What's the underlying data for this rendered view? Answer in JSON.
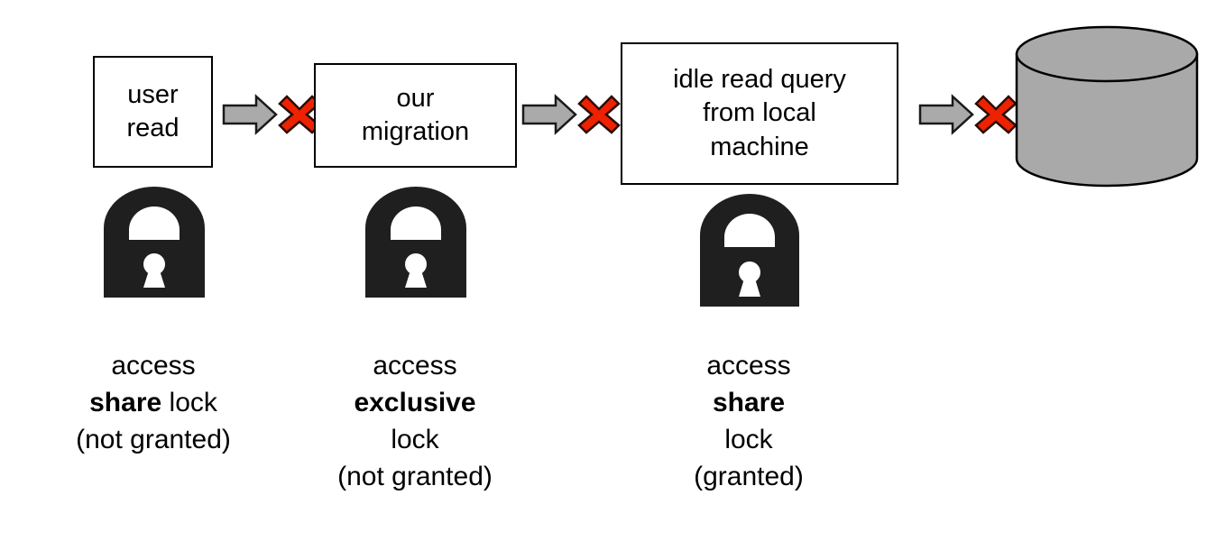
{
  "diagram": {
    "title": "Postgres lock queue blocking diagram",
    "colors": {
      "box_border": "#000000",
      "box_fill": "#ffffff",
      "arrow_fill": "#aaaaaa",
      "arrow_stroke": "#1a1a1a",
      "x_fill": "#ee2200",
      "x_stroke": "#2b0c05",
      "lock_fill": "#1f1f1f",
      "lock_keyhole": "#ffffff",
      "cylinder_fill": "#a9a9a9",
      "cylinder_stroke": "#000000",
      "text": "#000000",
      "background": "#ffffff"
    },
    "nodes": [
      {
        "id": "user-read",
        "label": "user\nread"
      },
      {
        "id": "our-migration",
        "label": "our\nmigration"
      },
      {
        "id": "idle-read-query",
        "label": "idle read query\nfrom local\nmachine"
      },
      {
        "id": "database",
        "label": ""
      }
    ],
    "connectors": [
      {
        "id": "conn-1",
        "from": "user-read",
        "to": "our-migration",
        "icon": "arrow-right-icon",
        "marker": "red-x-icon",
        "blocked": true
      },
      {
        "id": "conn-2",
        "from": "our-migration",
        "to": "idle-read-query",
        "icon": "arrow-right-icon",
        "marker": "red-x-icon",
        "blocked": true
      },
      {
        "id": "conn-3",
        "from": "idle-read-query",
        "to": "database",
        "icon": "arrow-right-icon",
        "marker": "red-x-icon",
        "blocked": true
      }
    ],
    "locks": [
      {
        "id": "lock-1",
        "icon": "padlock-icon",
        "state": "locked"
      },
      {
        "id": "lock-2",
        "icon": "padlock-icon",
        "state": "locked"
      },
      {
        "id": "lock-3",
        "icon": "padlock-icon",
        "state": "locked"
      }
    ],
    "captions": [
      {
        "id": "caption-user-read",
        "lines": [
          {
            "text": "access",
            "bold": false
          },
          {
            "text": "share lock",
            "bold_prefix": "share",
            "rest": " lock"
          },
          {
            "text": "(not granted)",
            "bold": false
          }
        ],
        "line1": "access",
        "line2_bold": "share",
        "line2_rest": " lock",
        "line3": "(not granted)"
      },
      {
        "id": "caption-our-migration",
        "line1": "access",
        "line2_bold": "exclusive",
        "line3": "lock",
        "line4": "(not granted)"
      },
      {
        "id": "caption-idle-read-query",
        "line1": "access",
        "line2_bold": "share",
        "line3": "lock",
        "line4": "(granted)"
      }
    ]
  }
}
